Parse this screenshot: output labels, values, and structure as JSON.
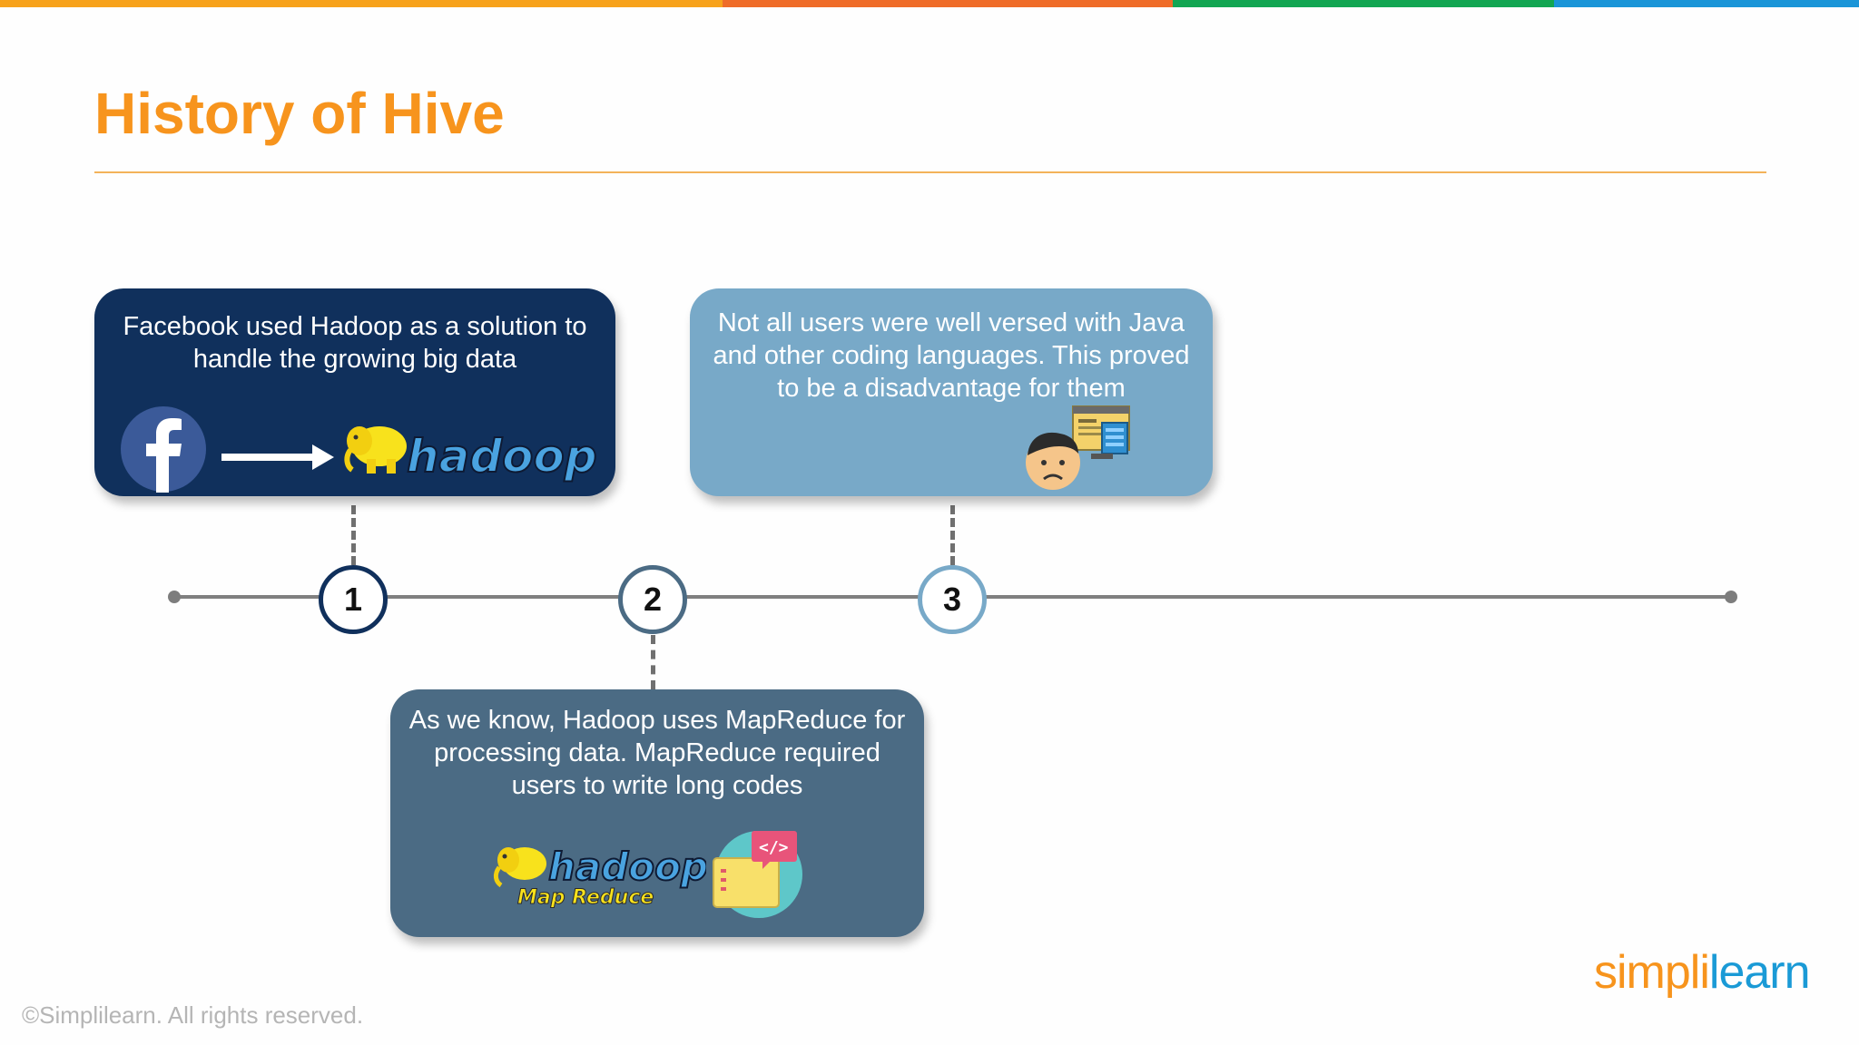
{
  "slide": {
    "title": "History of Hive",
    "top_bar_colors": [
      "#f7a21b",
      "#ef6c28",
      "#12a652",
      "#1a95d8"
    ],
    "accent": "#f7941d"
  },
  "timeline": {
    "nodes": [
      {
        "number": "1",
        "ring_color": "#10305c"
      },
      {
        "number": "2",
        "ring_color": "#4b6b84"
      },
      {
        "number": "3",
        "ring_color": "#78a9c8"
      }
    ]
  },
  "cards": {
    "card1": {
      "text": "Facebook used Hadoop as a solution to\nhandle the growing big data",
      "icons": [
        "facebook-logo",
        "arrow-right-icon",
        "hadoop-logo"
      ],
      "hadoop_logo_text": "hadoop"
    },
    "card2": {
      "text": "As we know, Hadoop uses MapReduce for\nprocessing data. MapReduce required\nusers to write long codes",
      "icons": [
        "hadoop-mapreduce-logo",
        "code-screen-icon"
      ],
      "hadoop_logo_text": "hadoop",
      "mapreduce_logo_text": "Map Reduce",
      "code_tag": "</>"
    },
    "card3": {
      "text": "Not all users were well versed with Java\nand other coding languages. This proved\nto be a disadvantage for them",
      "icons": [
        "sad-user-computer-icon"
      ]
    }
  },
  "footer": {
    "copyright": "©Simplilearn. All rights reserved.",
    "brand_part1": "simpl",
    "brand_part2": "i",
    "brand_part3": "learn"
  }
}
